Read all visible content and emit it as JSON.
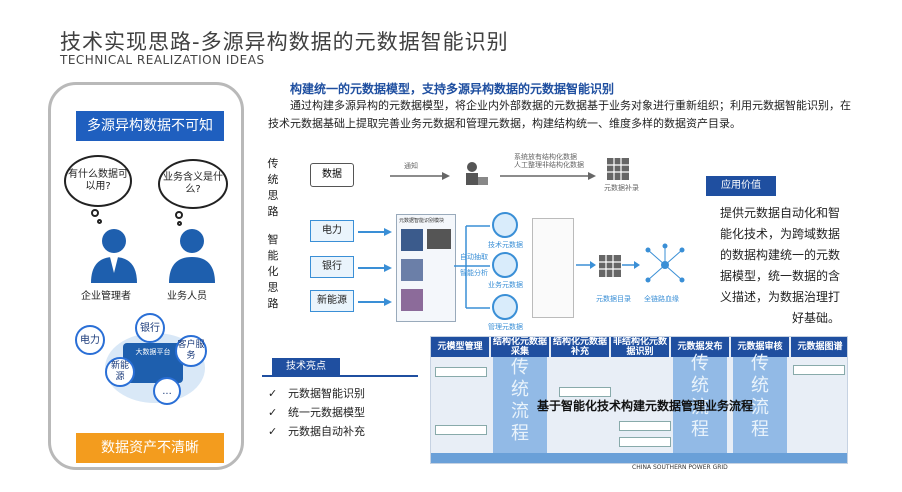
{
  "header": {
    "title": "技术实现思路-多源异构数据的元数据智能识别",
    "subtitle": "TECHNICAL REALIZATION IDEAS"
  },
  "left_panel": {
    "top_label": "多源异构数据不可知",
    "bubble_1": "有什么数据可以用?",
    "bubble_2": "业务含义是什么?",
    "role_1": "企业管理者",
    "role_2": "业务人员",
    "cluster": [
      "电力",
      "银行",
      "大数据平台",
      "新能源",
      "客户服务",
      "..."
    ],
    "bottom_label": "数据资产不清晰"
  },
  "main": {
    "headline": "构建统一的元数据模型，支持多源异构数据的元数据智能识别",
    "paragraph": "通过构建多源异构的元数据模型，将企业内外部数据的元数据基于业务对象进行重新组织；利用元数据智能识别，在技术元数据基础上提取完善业务元数据和管理元数据，构建结构统一、维度多样的数据资产目录。"
  },
  "flow_traditional": {
    "label": "传统思路",
    "data_box": "数据",
    "step_1": "通知",
    "step_2": "系统放有结构化数据\n人工整理非结构化数据",
    "result": "元数据补录"
  },
  "flow_smart": {
    "label": "智能化思路",
    "sources": [
      "电力",
      "银行",
      "新能源"
    ],
    "panel_title": "元数据智能识别模块",
    "nodes": [
      "技术元数据",
      "业务元数据",
      "管理元数据"
    ],
    "arrow_labels": [
      "自动抽取",
      "智能分析"
    ],
    "result_1": "元数据目录",
    "result_2": "全链路血缘"
  },
  "application": {
    "tag": "应用价值",
    "text": "提供元数据自动化和智能化技术，为跨域数据的数据构建统一的元数据模型，统一数据的含义描述，为数据治理打好基础。"
  },
  "features": {
    "tag": "技术亮点",
    "items": [
      "元数据智能识别",
      "统一元数据模型",
      "元数据自动补充"
    ],
    "check_symbol": "✓"
  },
  "process": {
    "columns": [
      "元模型管理",
      "结构化元数据采集",
      "结构化元数据补充",
      "非结构化元数据识别",
      "元数据发布",
      "元数据审核",
      "元数据图谱"
    ],
    "overlay_words": [
      "传统流程",
      "传统流程",
      "传统流程"
    ],
    "caption": "基于智能化技术构建元数据管理业务流程"
  },
  "footer": {
    "logo_text": "CHINA SOUTHERN POWER GRID"
  },
  "colors": {
    "brand_blue": "#1f4fa0",
    "accent_orange": "#f39c1e",
    "light_blue": "#4a90d9"
  }
}
